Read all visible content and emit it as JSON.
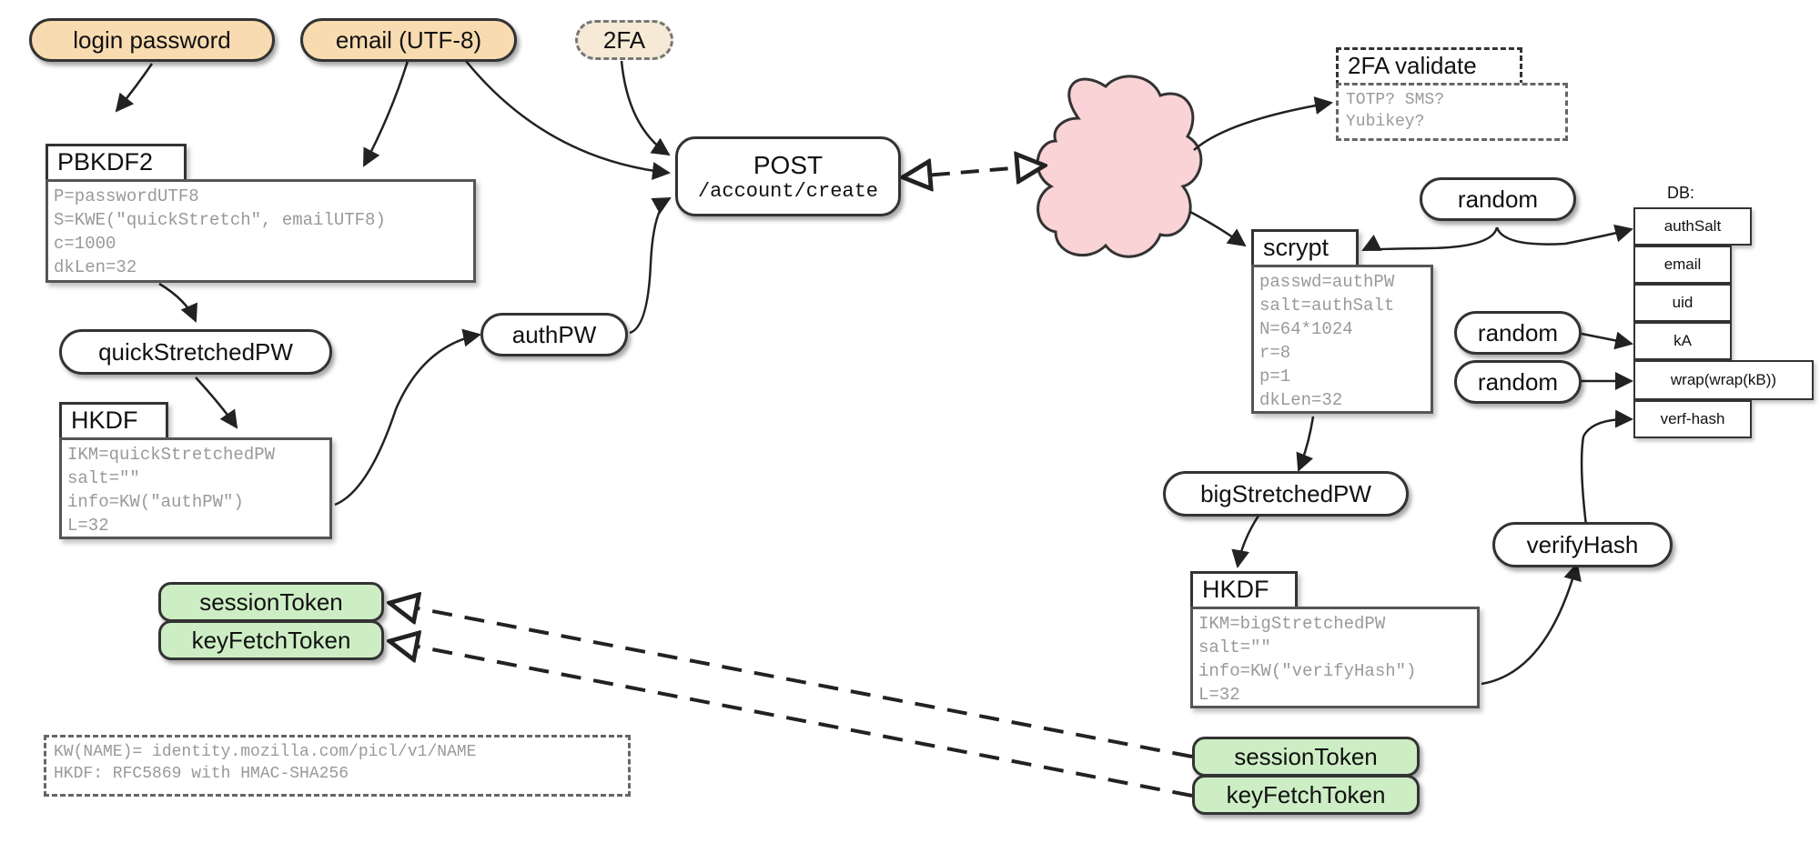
{
  "inputs": {
    "login_password": "login password",
    "email": "email (UTF-8)",
    "twofa": "2FA"
  },
  "pbkdf2": {
    "title": "PBKDF2",
    "params": [
      "P=passwordUTF8",
      "S=KWE(\"quickStretch\", emailUTF8)",
      "c=1000",
      "dkLen=32"
    ]
  },
  "quick_stretched": "quickStretchedPW",
  "hkdf_client": {
    "title": "HKDF",
    "params": [
      "IKM=quickStretchedPW",
      "salt=\"\"",
      "info=KW(\"authPW\")",
      "L=32"
    ]
  },
  "auth_pw": "authPW",
  "post": {
    "title": "POST",
    "endpoint": "/account/create"
  },
  "twofa_validate": {
    "title": "2FA validate",
    "lines": [
      "TOTP? SMS?",
      "Yubikey?"
    ]
  },
  "random_labels": [
    "random",
    "random",
    "random"
  ],
  "scrypt": {
    "title": "scrypt",
    "params": [
      "passwd=authPW",
      "salt=authSalt",
      "N=64*1024",
      "r=8",
      "p=1",
      "dkLen=32"
    ]
  },
  "big_stretched": "bigStretchedPW",
  "hkdf_server": {
    "title": "HKDF",
    "params": [
      "IKM=bigStretchedPW",
      "salt=\"\"",
      "info=KW(\"verifyHash\")",
      "L=32"
    ]
  },
  "verify_hash": "verifyHash",
  "db": {
    "label": "DB:",
    "fields": [
      "authSalt",
      "email",
      "uid",
      "kA",
      "wrap(wrap(kB))",
      "verf-hash"
    ]
  },
  "client_tokens": [
    "sessionToken",
    "keyFetchToken"
  ],
  "server_tokens": [
    "sessionToken",
    "keyFetchToken"
  ],
  "legend": {
    "lines": [
      "KW(NAME)= identity.mozilla.com/picl/v1/NAME",
      "HKDF: RFC5869 with HMAC-SHA256"
    ]
  },
  "colors": {
    "input_fill": "#f8dbb0",
    "token_fill": "#cdeec4",
    "cloud_fill": "#f9d3d6",
    "stroke": "#333333"
  }
}
